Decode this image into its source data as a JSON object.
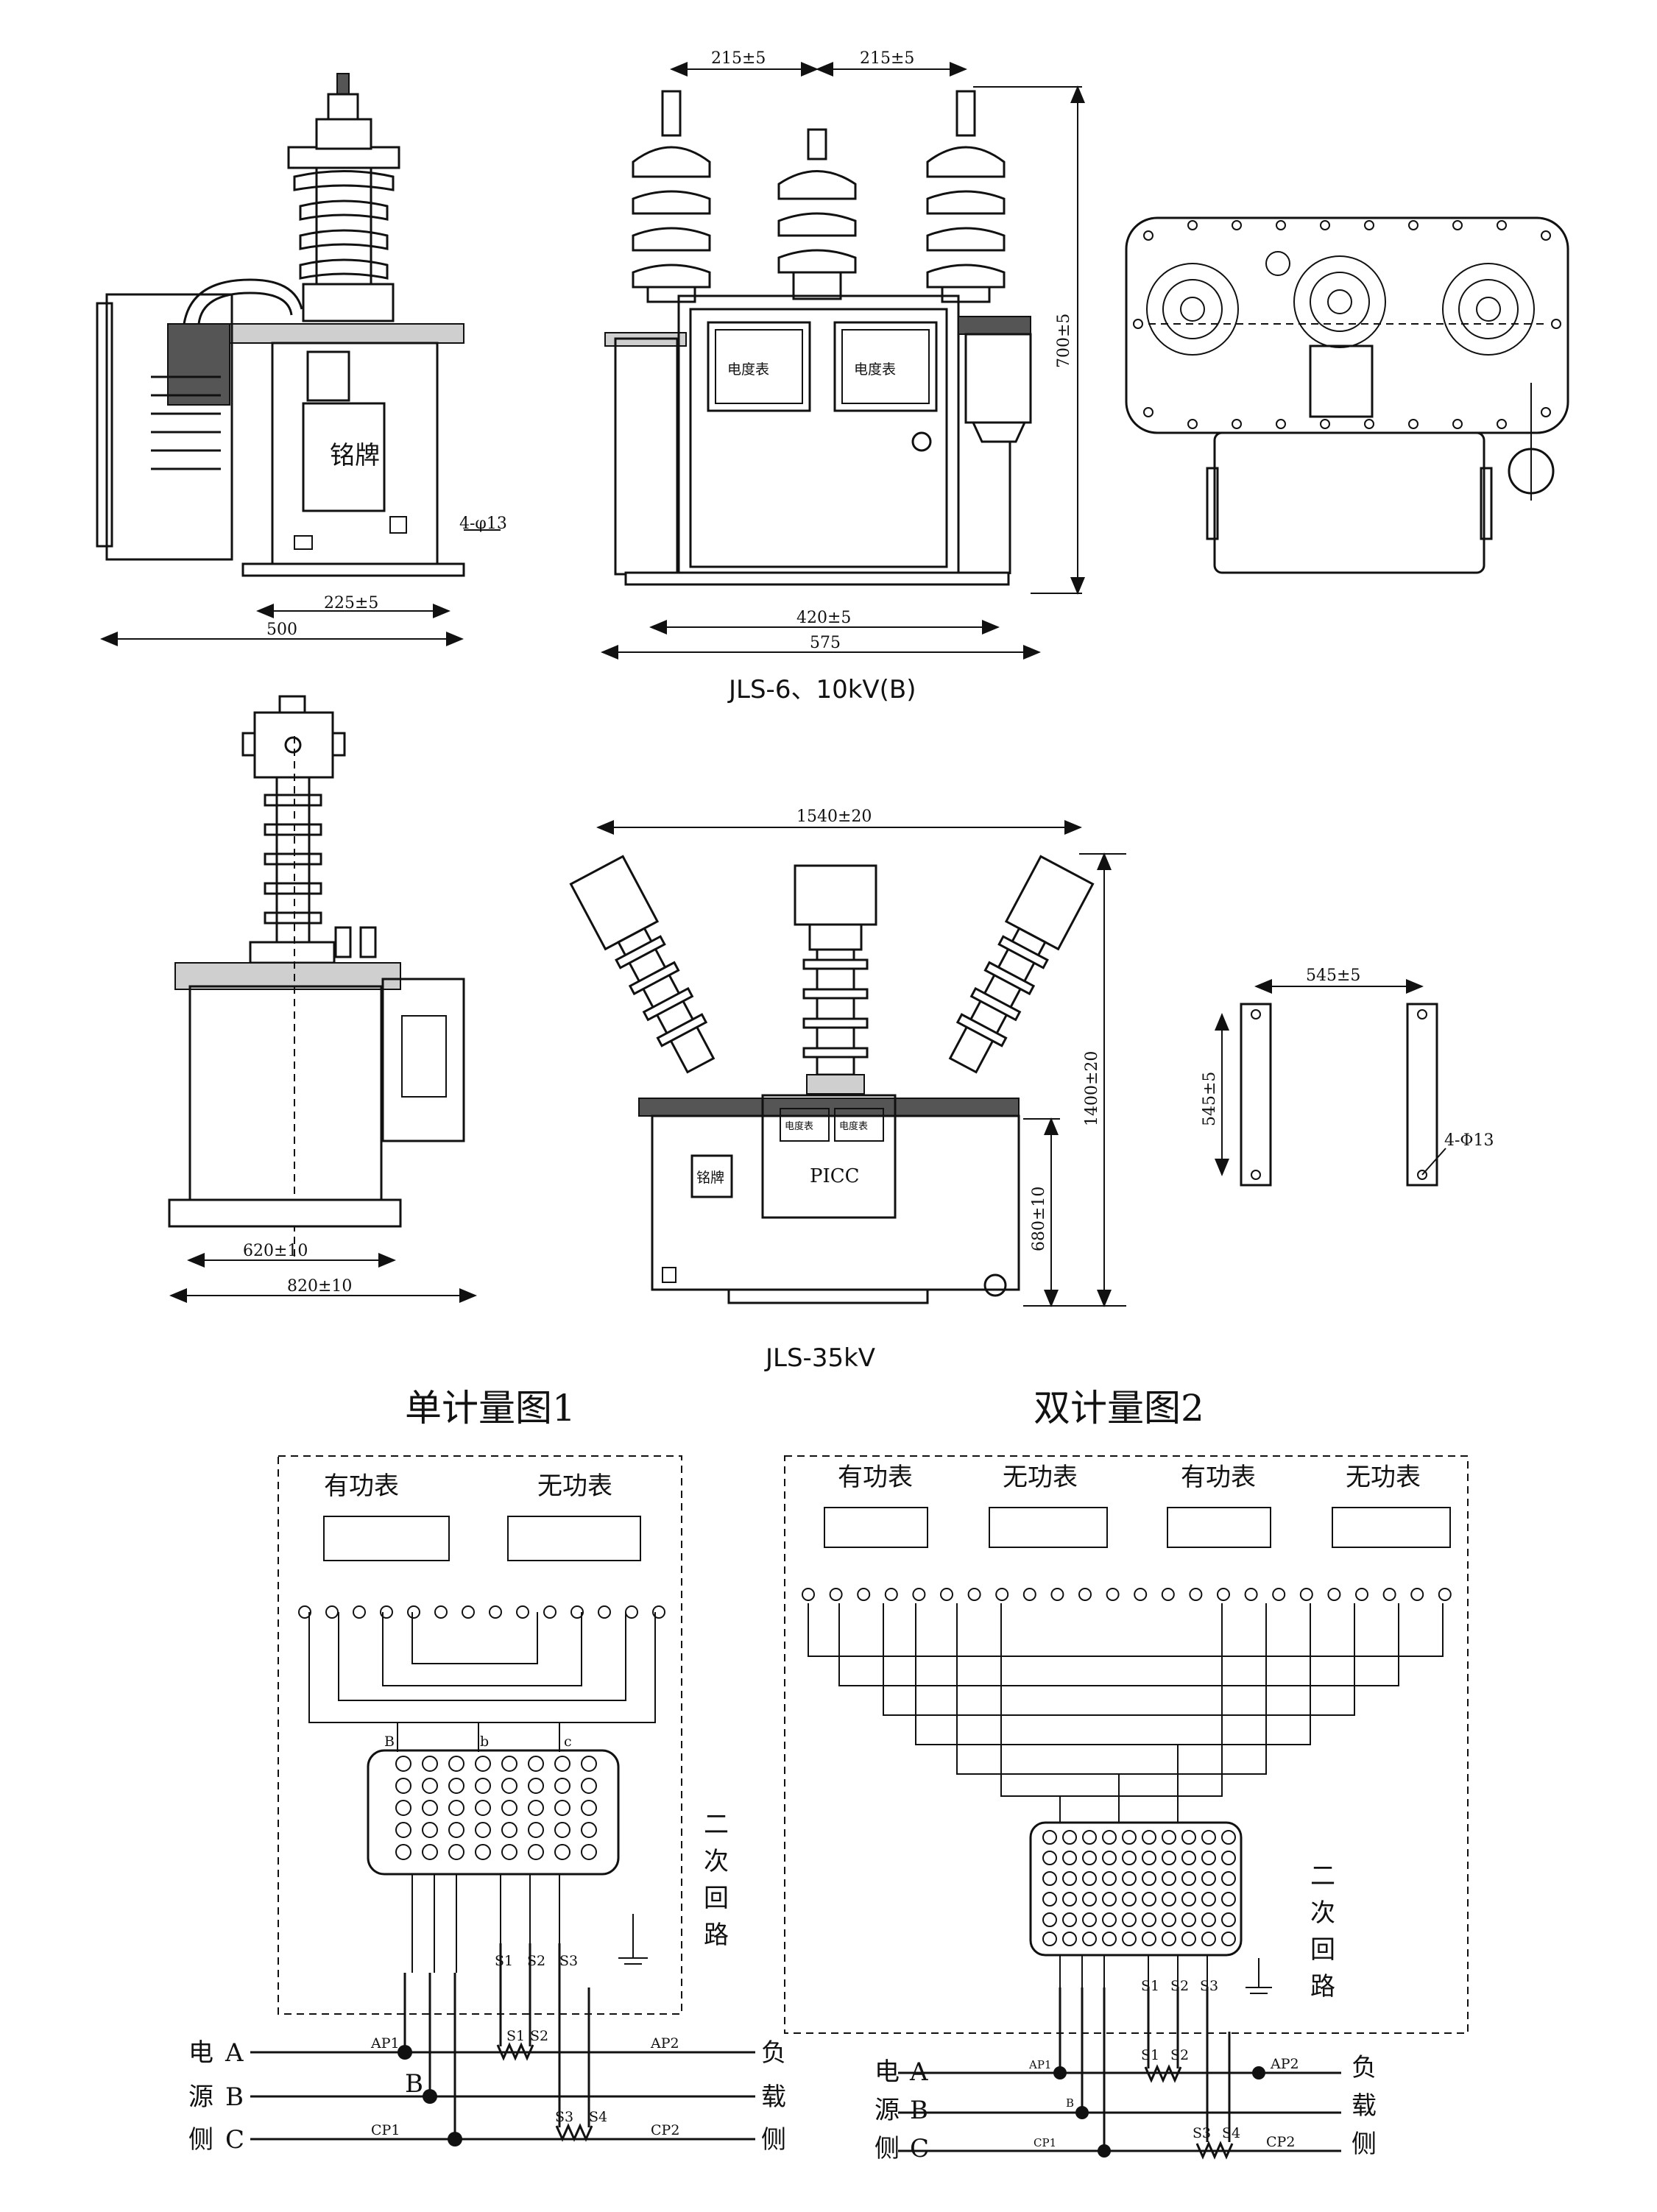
{
  "drawings": {
    "jls6": {
      "caption": "JLS-6、10kV(B)",
      "side_nameplate": "铭牌",
      "dim_hole": "4-φ13",
      "dim_225": "225±5",
      "dim_500": "500",
      "dim_215_left": "215±5",
      "dim_215_right": "215±5",
      "meter_left": "电度表",
      "meter_right": "电度表",
      "dim_700": "700±5",
      "dim_420": "420±5",
      "dim_575": "575"
    },
    "jls35": {
      "caption": "JLS-35kV",
      "dim_620": "620±10",
      "dim_820": "820±10",
      "dim_1540": "1540±20",
      "dim_1400": "1400±20",
      "dim_680": "680±10",
      "nameplate": "铭牌",
      "meter_left": "电度表",
      "meter_right": "电度表",
      "picc": "PICC",
      "dim_545_h": "545±5",
      "dim_545_v": "545±5",
      "dim_hole": "4-Φ13"
    }
  },
  "schematics": {
    "single": {
      "title": "单计量图1",
      "meter_active": "有功表",
      "meter_reactive": "无功表",
      "box_label": [
        "二",
        "次",
        "回",
        "路"
      ],
      "terminal_letters": [
        "B",
        "b",
        "c"
      ],
      "s_labels": [
        "S1",
        "S2",
        "S3"
      ],
      "ct_a": [
        "S1",
        "S2"
      ],
      "ct_c": [
        "S3",
        "S4"
      ],
      "source_side": [
        "电",
        "源",
        "侧"
      ],
      "load_side": [
        "负",
        "载",
        "侧"
      ],
      "phases": [
        "A",
        "B",
        "C"
      ],
      "ap1": "AP1",
      "ap2": "AP2",
      "b_mark": "B",
      "cp1": "CP1",
      "cp2": "CP2"
    },
    "double": {
      "title": "双计量图2",
      "meters": [
        "有功表",
        "无功表",
        "有功表",
        "无功表"
      ],
      "box_label": [
        "二",
        "次",
        "回",
        "路"
      ],
      "s_labels": [
        "S1",
        "S2",
        "S3"
      ],
      "ct_a": [
        "S1",
        "S2"
      ],
      "ct_c": [
        "S3",
        "S4"
      ],
      "source_side": [
        "电",
        "源",
        "侧"
      ],
      "load_side": [
        "负",
        "载",
        "侧"
      ],
      "phases": [
        "A",
        "B",
        "C"
      ],
      "ap1": "AP1",
      "ap2": "AP2",
      "b_mark": "B",
      "cp1": "CP1",
      "cp2": "CP2"
    }
  }
}
